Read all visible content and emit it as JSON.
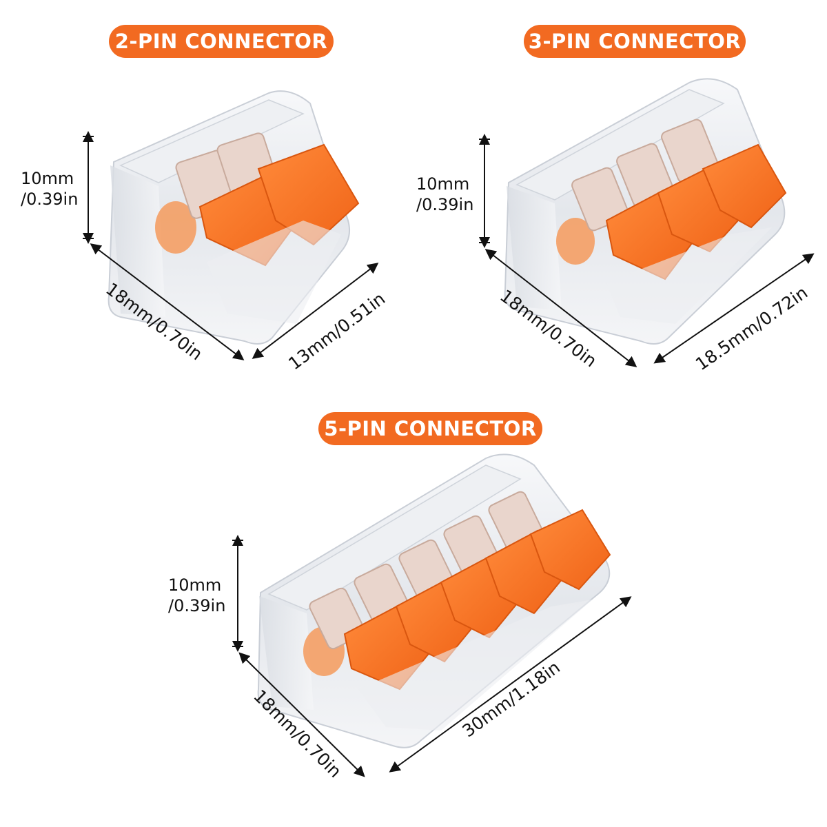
{
  "accent_color": "#f26a21",
  "tab_color": "#f47a2a",
  "connectors": [
    {
      "badge": "2-PIN CONNECTOR",
      "height_label": [
        "10mm",
        "/0.39in"
      ],
      "depth_label": "18mm/0.70in",
      "width_label": "13mm/0.51in",
      "pins": 2
    },
    {
      "badge": "3-PIN CONNECTOR",
      "height_label": [
        "10mm",
        "/0.39in"
      ],
      "depth_label": "18mm/0.70in",
      "width_label": "18.5mm/0.72in",
      "pins": 3
    },
    {
      "badge": "5-PIN CONNECTOR",
      "height_label": [
        "10mm",
        "/0.39in"
      ],
      "depth_label": "18mm/0.70in",
      "width_label": "30mm/1.18in",
      "pins": 5
    }
  ]
}
